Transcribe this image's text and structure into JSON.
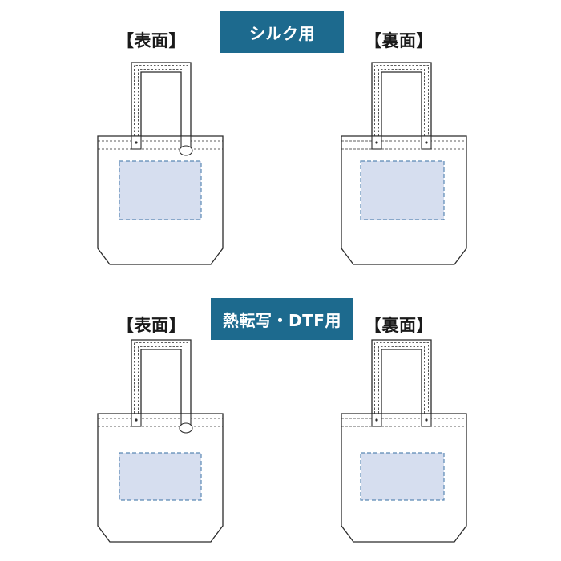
{
  "sections": [
    {
      "badge": "シルク用",
      "front_label": "【表面】",
      "back_label": "【裏面】"
    },
    {
      "badge": "熱転写・DTF用",
      "front_label": "【表面】",
      "back_label": "【裏面】"
    }
  ],
  "colors": {
    "badge_bg": "#1d6a8e",
    "badge_text": "#ffffff",
    "print_area_fill": "#d6deef",
    "print_area_stroke": "#5b89b5",
    "outline": "#2b2b2b"
  }
}
